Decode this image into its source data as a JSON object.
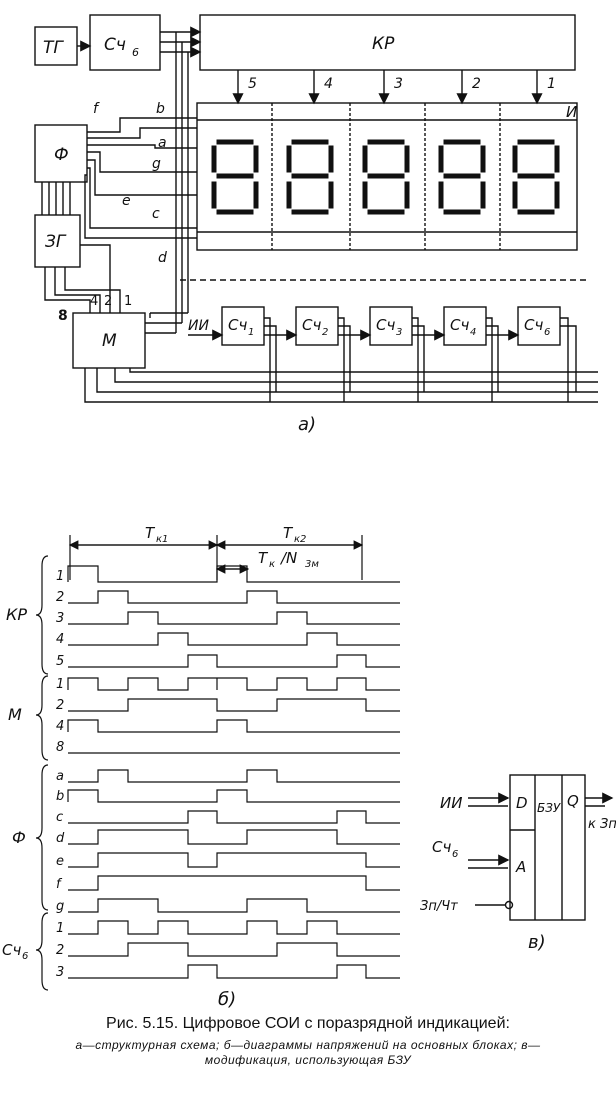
{
  "scheme_a": {
    "blocks": {
      "tg": "ТГ",
      "sch6_top": "Сч",
      "sch6_top_sub": "6",
      "kr": "КР",
      "f": "Ф",
      "zg": "ЗГ",
      "m": "М",
      "ii": "ИИ",
      "indicator": "И",
      "counters": [
        {
          "main": "Сч",
          "sub": "1"
        },
        {
          "main": "Сч",
          "sub": "2"
        },
        {
          "main": "Сч",
          "sub": "3"
        },
        {
          "main": "Сч",
          "sub": "4"
        },
        {
          "main": "Сч",
          "sub": "6"
        }
      ]
    },
    "digit_numbers": [
      "5",
      "4",
      "3",
      "2",
      "1"
    ],
    "segment_wires": [
      "f",
      "b",
      "a",
      "g",
      "e",
      "c",
      "d"
    ],
    "m_inputs": [
      "8",
      "4",
      "2",
      "1"
    ],
    "label": "а)"
  },
  "diagram_b": {
    "period_labels": [
      {
        "main": "T",
        "sub": "к1"
      },
      {
        "main": "T",
        "sub": "к2"
      }
    ],
    "step_label": {
      "main": "T",
      "sub": "к",
      "rest": "/N",
      "sub2": "3м"
    },
    "groups": [
      {
        "name": "КР",
        "rows": [
          "1",
          "2",
          "3",
          "4",
          "5"
        ]
      },
      {
        "name": "М",
        "rows": [
          "1",
          "2",
          "4",
          "8"
        ]
      },
      {
        "name": "Ф",
        "rows": [
          "a",
          "b",
          "c",
          "d",
          "e",
          "f",
          "g"
        ]
      },
      {
        "name": "Сч",
        "sub": "6",
        "rows": [
          "1",
          "2",
          "3"
        ]
      }
    ],
    "label": "б)"
  },
  "diagram_v": {
    "block_d": "D",
    "block_a": "A",
    "block_bzu": "БЗУ",
    "block_q": "Q",
    "input_ii": "ИИ",
    "input_sch": "Сч",
    "input_sch_sub": "6",
    "input_zp": "Зп/Чт",
    "output": "к Зп",
    "label": "в)"
  },
  "caption": {
    "title": "Рис. 5.15. Цифровое СОИ с поразрядной индикацией:",
    "line2": "а—структурная схема; б—диаграммы напряжений на основных блоках; в—",
    "line3": "модификация, использующая БЗУ"
  }
}
